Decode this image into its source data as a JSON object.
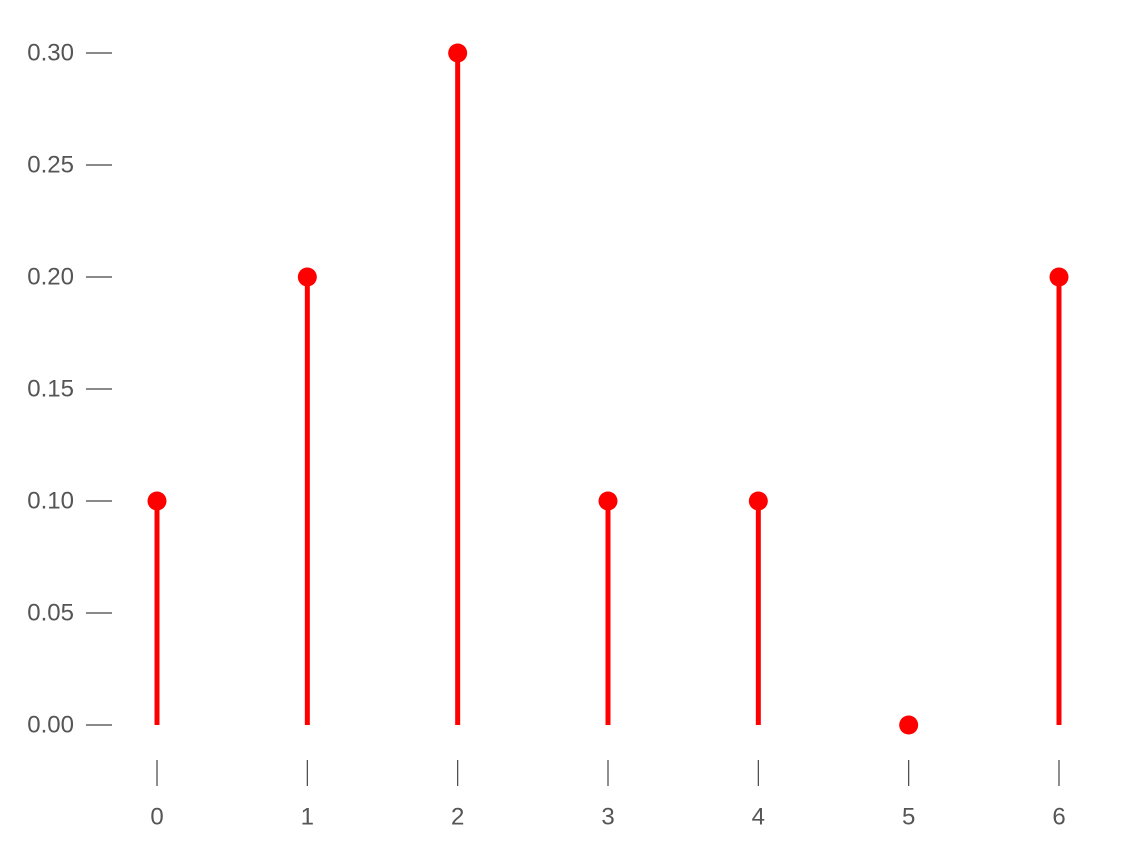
{
  "chart_data": {
    "type": "stem",
    "x": [
      0,
      1,
      2,
      3,
      4,
      5,
      6
    ],
    "values": [
      0.1,
      0.2,
      0.3,
      0.1,
      0.1,
      0.0,
      0.2
    ],
    "xticks": [
      "0",
      "1",
      "2",
      "3",
      "4",
      "5",
      "6"
    ],
    "yticks": [
      "0.00",
      "0.05",
      "0.10",
      "0.15",
      "0.20",
      "0.25",
      "0.30"
    ],
    "ylim": [
      0,
      0.3
    ],
    "xlim": [
      0,
      6
    ],
    "title": "",
    "xlabel": "",
    "ylabel": "",
    "grid": false,
    "color": "#ff0000"
  }
}
